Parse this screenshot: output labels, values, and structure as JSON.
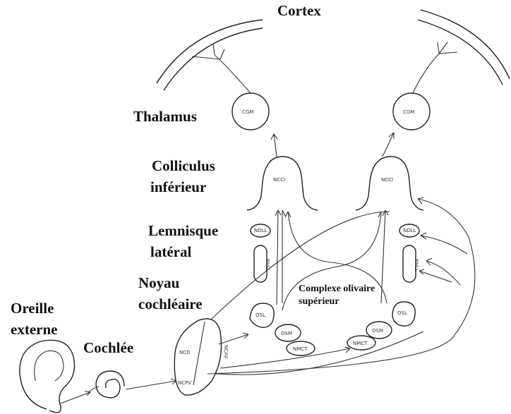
{
  "labels": {
    "cortex": "Cortex",
    "thalamus": "Thalamus",
    "colliculus_line1": "Colliculus",
    "colliculus_line2": "inférieur",
    "lemnisque_line1": "Lemnisque",
    "lemnisque_line2": "latéral",
    "noyau_line1": "Noyau",
    "noyau_line2": "cochléaire",
    "oreille_line1": "Oreille",
    "oreille_line2": "externe",
    "cochlee": "Cochlée",
    "complexe_line1": "Complexe olivaire",
    "complexe_line2": "supérieur"
  },
  "structure_abbreviations": {
    "cgm_left": "CGM",
    "cgm_right": "CGM",
    "ncci_left": "NCCI",
    "ncci_right": "NCCI",
    "ndll_left": "NDLL",
    "ndll_right": "NDLL",
    "nvll_left": "NVLL",
    "nvll_right": "NVLL",
    "osl_left": "OSL",
    "osl_right": "OSL",
    "osm_left": "OSM",
    "osm_right": "OSM",
    "nmct_left": "NMCT",
    "nmct_right": "NMCT",
    "ncd": "NCD",
    "ncav": "NCAV",
    "ncpv": "NCPV"
  }
}
